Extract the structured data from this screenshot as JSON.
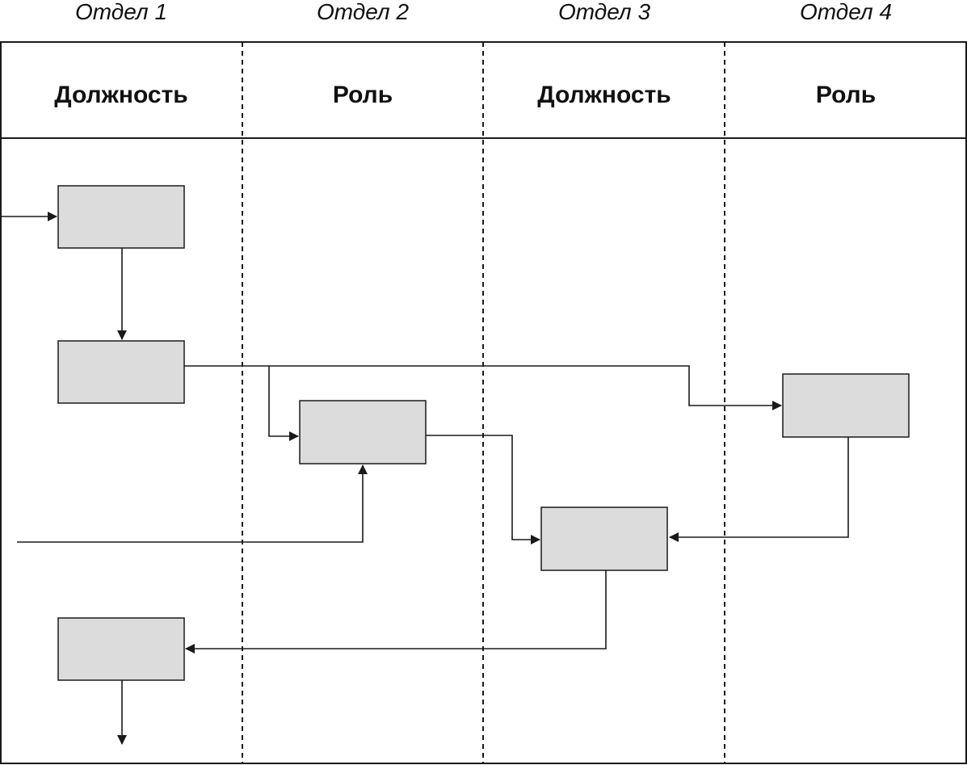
{
  "departments": [
    {
      "name": "Отдел 1",
      "header": "Должность"
    },
    {
      "name": "Отдел 2",
      "header": "Роль"
    },
    {
      "name": "Отдел 3",
      "header": "Должность"
    },
    {
      "name": "Отдел 4",
      "header": "Роль"
    }
  ],
  "colors": {
    "line": "#1a1a1a",
    "box_fill": "#dcdcdc",
    "background": "#ffffff"
  }
}
